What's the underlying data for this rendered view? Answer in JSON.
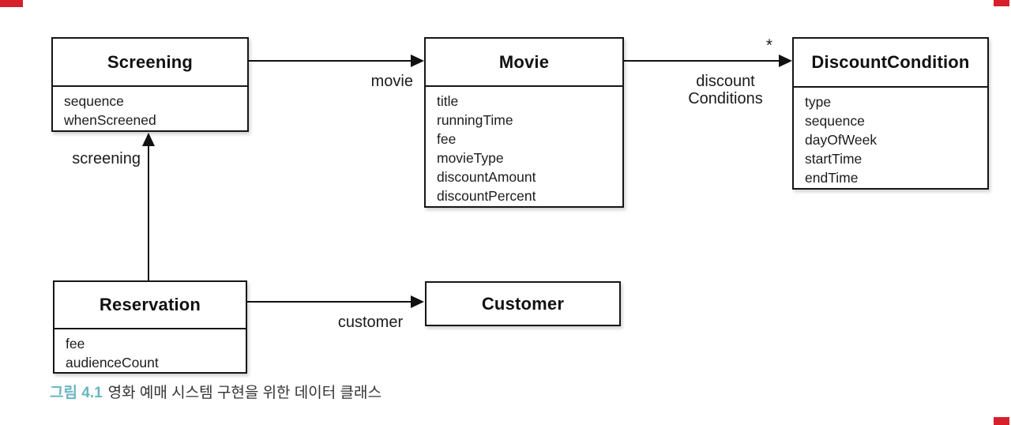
{
  "figure": {
    "caption": {
      "label": "그림 4.1",
      "text": "영화 예매 시스템 구현을 위한 데이터 클래스",
      "label_color": "#6ab5c0"
    }
  },
  "diagram": {
    "classes": [
      {
        "id": "screening",
        "name": "Screening",
        "attributes": [
          "sequence",
          "whenScreened"
        ]
      },
      {
        "id": "movie",
        "name": "Movie",
        "attributes": [
          "title",
          "runningTime",
          "fee",
          "movieType",
          "discountAmount",
          "discountPercent"
        ]
      },
      {
        "id": "discountcondition",
        "name": "DiscountCondition",
        "attributes": [
          "type",
          "sequence",
          "dayOfWeek",
          "startTime",
          "endTime"
        ]
      },
      {
        "id": "reservation",
        "name": "Reservation",
        "attributes": [
          "fee",
          "audienceCount"
        ]
      },
      {
        "id": "customer",
        "name": "Customer",
        "attributes": []
      }
    ],
    "associations": [
      {
        "from": "Screening",
        "to": "Movie",
        "label": "movie",
        "multiplicity": ""
      },
      {
        "from": "Movie",
        "to": "DiscountCondition",
        "label_lines": [
          "discount",
          "Conditions"
        ],
        "multiplicity": "*"
      },
      {
        "from": "Reservation",
        "to": "Screening",
        "label": "screening",
        "multiplicity": ""
      },
      {
        "from": "Reservation",
        "to": "Customer",
        "label": "customer",
        "multiplicity": ""
      }
    ]
  },
  "decorations": {
    "corner_mark_color": "#d6202b"
  }
}
